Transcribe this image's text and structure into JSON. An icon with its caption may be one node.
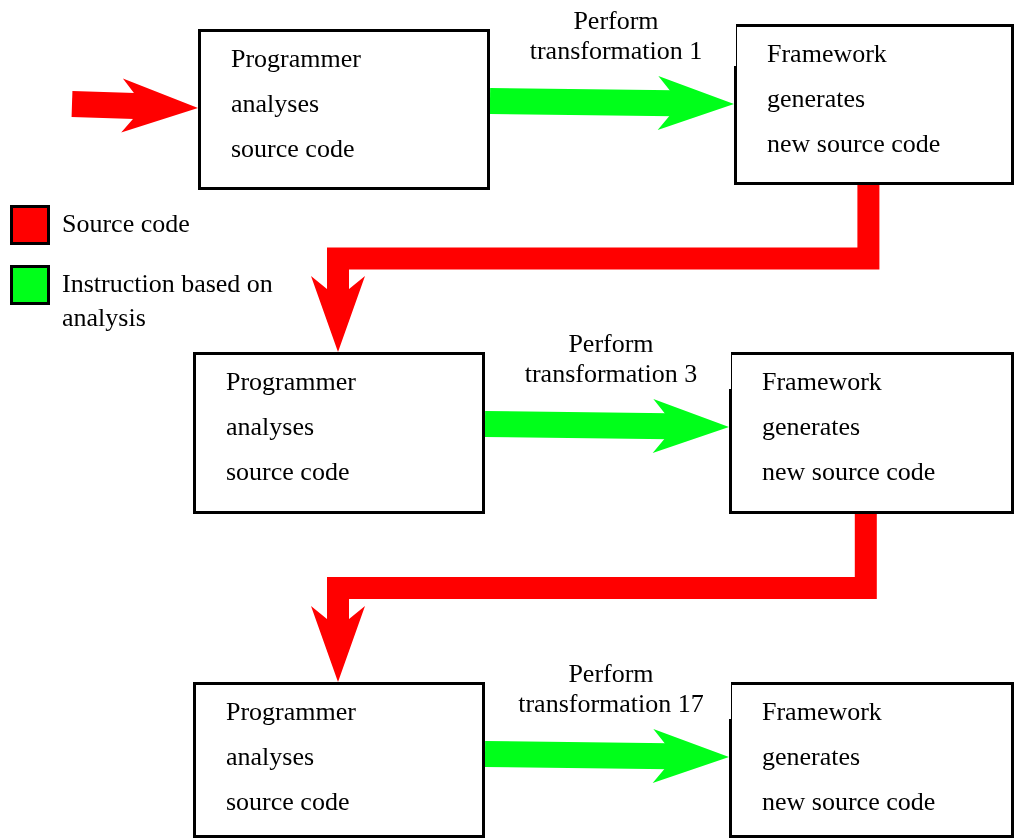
{
  "diagram": {
    "nodes": [
      {
        "text": [
          "Programmer",
          "analyses",
          "source code"
        ]
      },
      {
        "text": [
          "Framework",
          "generates",
          "new source code"
        ]
      },
      {
        "text": [
          "Programmer",
          "analyses",
          "source code"
        ]
      },
      {
        "text": [
          "Framework",
          "generates",
          "new source code"
        ]
      },
      {
        "text": [
          "Programmer",
          "analyses",
          "source code"
        ]
      },
      {
        "text": [
          "Framework",
          "generates",
          "new source code"
        ]
      }
    ],
    "edges": [
      {
        "from": null,
        "to": 0,
        "arrow": "to",
        "color": "#ff0000"
      },
      {
        "from": 0,
        "to": 1,
        "arrow": "to",
        "label": "Perform transformation 1",
        "color": "#00ff1a"
      },
      {
        "from": 1,
        "to": 2,
        "arrow": "to",
        "color": "#ff0000"
      },
      {
        "from": 2,
        "to": 3,
        "arrow": "to",
        "label": "Perform transformation 3",
        "color": "#00ff1a"
      },
      {
        "from": 3,
        "to": 4,
        "arrow": "to",
        "color": "#ff0000"
      },
      {
        "from": 4,
        "to": 5,
        "arrow": "to",
        "label": "Perform transformation 17",
        "color": "#00ff1a"
      }
    ],
    "legend": [
      {
        "text": "Source code",
        "color": "#ff0000"
      },
      {
        "text": "Instruction based on analysis",
        "color": "#00ff1a"
      }
    ]
  }
}
